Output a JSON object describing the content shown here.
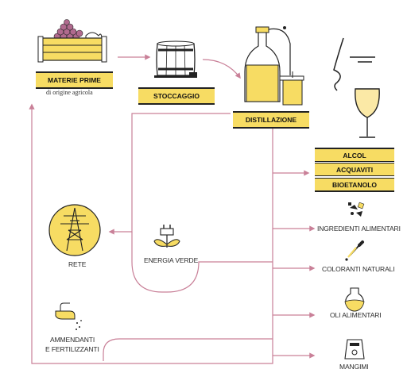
{
  "nodes": {
    "materie_prime": "MATERIE PRIME",
    "materie_prime_sub": "di origine agricola",
    "stoccaggio": "STOCCAGGIO",
    "distillazione": "DISTILLAZIONE",
    "alcol": "ALCOL",
    "acquaviti": "ACQUAVITI",
    "bioetanolo": "BIOETANOLO",
    "rete": "RETE",
    "energia_verde": "ENERGIA VERDE",
    "ammendanti_1": "AMMENDANTI",
    "ammendanti_2": "E FERTILIZZANTI",
    "ingredienti": "INGREDIENTI ALIMENTARI",
    "coloranti": "COLORANTI NATURALI",
    "oli": "OLI ALIMENTARI",
    "mangimi": "MANGIMI"
  },
  "colors": {
    "accent_yellow": "#f7dc63",
    "flow_line": "#c98098",
    "ink": "#222222",
    "fill_light": "#fbe9a6"
  },
  "icons": [
    "grape-crate-icon",
    "barrel-icon",
    "distiller-icon",
    "nose-wine-glass-icon",
    "pylon-icon",
    "plug-leaf-icon",
    "fertilizer-hand-icon",
    "ingredients-icon",
    "dropper-icon",
    "oil-flask-icon",
    "feed-bag-icon"
  ]
}
